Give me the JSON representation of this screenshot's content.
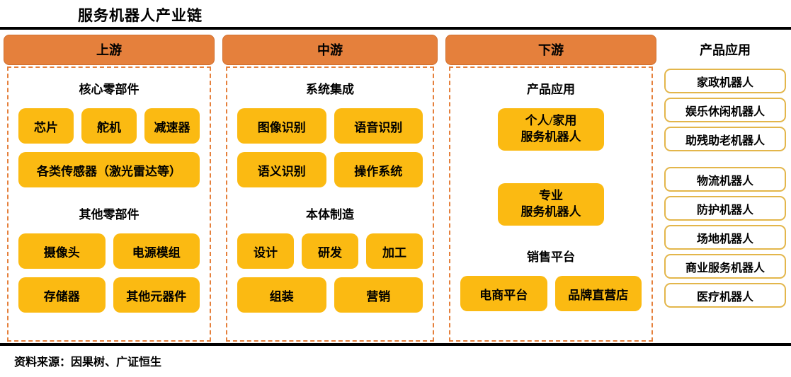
{
  "page": {
    "title": "服务机器人产业链",
    "source": "资料来源：因果树、广证恒生"
  },
  "colors": {
    "header_orange": "#E5803C",
    "node_yellow": "#FBBA12",
    "dashed_border_orange": "#E5803C",
    "app_item_border_gold": "#E3B64B",
    "text_black": "#000000"
  },
  "columns": [
    {
      "id": "upstream",
      "header": "上游",
      "sections": [
        {
          "title": "核心零部件",
          "rows": [
            [
              "芯片",
              "舵机",
              "减速器"
            ],
            [
              "各类传感器（激光雷达等）"
            ]
          ]
        },
        {
          "title": "其他零部件",
          "rows": [
            [
              "摄像头",
              "电源模组"
            ],
            [
              "存储器",
              "其他元器件"
            ]
          ]
        }
      ]
    },
    {
      "id": "midstream",
      "header": "中游",
      "sections": [
        {
          "title": "系统集成",
          "rows": [
            [
              "图像识别",
              "语音识别"
            ],
            [
              "语义识别",
              "操作系统"
            ]
          ]
        },
        {
          "title": "本体制造",
          "rows": [
            [
              "设计",
              "研发",
              "加工"
            ],
            [
              "组装",
              "营销"
            ]
          ]
        }
      ]
    },
    {
      "id": "downstream",
      "header": "下游",
      "sections": [
        {
          "title": "产品应用",
          "rows": [
            [
              "个人/家用\n服务机器人"
            ],
            [
              "专业\n服务机器人"
            ]
          ]
        },
        {
          "title": "销售平台",
          "rows": [
            [
              "电商平台",
              "品牌直营店"
            ]
          ]
        }
      ]
    }
  ],
  "applications": {
    "title": "产品应用",
    "groups": [
      [
        "家政机器人",
        "娱乐休闲机器人",
        "助残助老机器人"
      ],
      [
        "物流机器人",
        "防护机器人",
        "场地机器人",
        "商业服务机器人",
        "医疗机器人"
      ]
    ]
  }
}
